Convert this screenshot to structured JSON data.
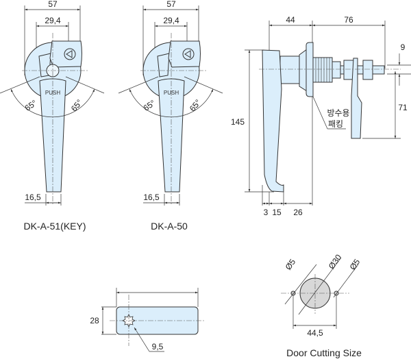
{
  "front_views": [
    {
      "label": "DK-A-51(KEY)",
      "overall_width": "57",
      "cam_width": "29,4",
      "handle_tip": "16,5",
      "angle_left": "65°",
      "angle_right": "65°",
      "push_text": "PUSH"
    },
    {
      "label": "DK-A-50",
      "overall_width": "57",
      "cam_width": "29,4",
      "handle_tip": "16,5",
      "angle_left": "65°",
      "angle_right": "65°",
      "push_text": "PUSH"
    }
  ],
  "side_view": {
    "dim_top_left": "44",
    "dim_top_right": "76",
    "dim_height": "145",
    "dim_cam_offset": "9",
    "dim_cam_length": "71",
    "dim_bottom": [
      "3",
      "15",
      "26"
    ],
    "packing_note_line1": "방수용",
    "packing_note_line2": "패킹"
  },
  "cam_plate": {
    "height": "28",
    "hole": "9,5"
  },
  "door_cutting": {
    "title": "Door Cutting Size",
    "small_hole_left": "Ø5",
    "main_hole": "Ø30",
    "small_hole_right": "Ø5",
    "hole_spacing": "44,5"
  },
  "colors": {
    "part_fill": "#dbeefb",
    "cut_fill": "#d8d8d8",
    "line": "#333333"
  }
}
